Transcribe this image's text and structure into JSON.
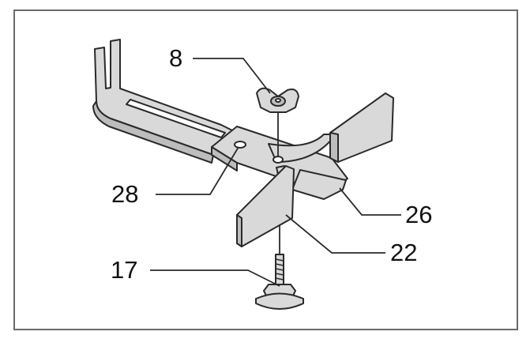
{
  "callouts": {
    "c8": "8",
    "c28": "28",
    "c26": "26",
    "c22": "22",
    "c17": "17"
  },
  "colors": {
    "part_fill": "#d9d9d9",
    "part_shade": "#bdbdbd",
    "outline": "#2a2a2a",
    "frame": "#6a6a6a"
  }
}
